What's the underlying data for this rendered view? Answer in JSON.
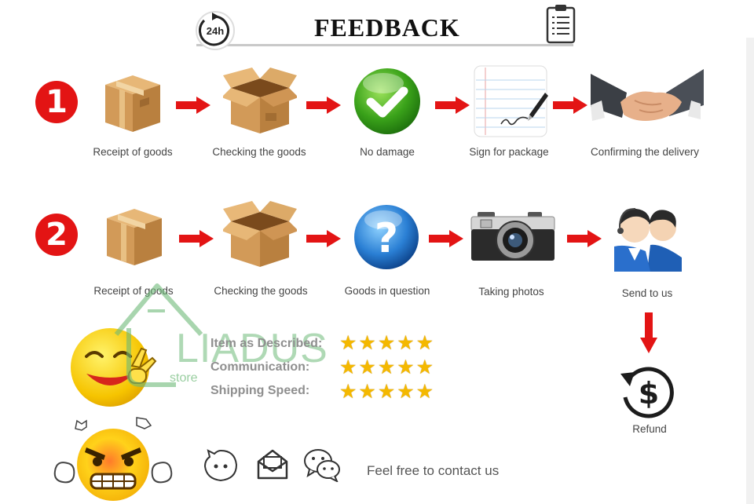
{
  "header": {
    "title": "FEEDBACK",
    "badge_text": "24h"
  },
  "row1": {
    "number": "1",
    "steps": [
      "Receipt of goods",
      "Checking the goods",
      "No damage",
      "Sign for package",
      "Confirming the delivery"
    ]
  },
  "row2": {
    "number": "2",
    "steps": [
      "Receipt of goods",
      "Checking the goods",
      "Goods in question",
      "Taking photos",
      "Send to us"
    ]
  },
  "refund": "Refund",
  "rating": {
    "items": [
      "Item as Described:",
      "Communication:",
      "Shipping Speed:"
    ],
    "stars": "★★★★★"
  },
  "watermark": {
    "brand": "LIADUS",
    "sub": "store"
  },
  "contact": "Feel free to contact us",
  "colors": {
    "accent_red": "#e31414",
    "star": "#f4b800",
    "watermark": "#6eb978"
  }
}
